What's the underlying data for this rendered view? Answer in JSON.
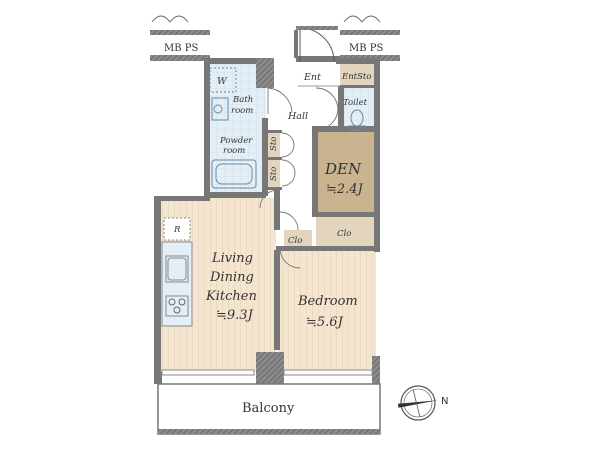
{
  "rooms": {
    "mbps_left": "MB PS",
    "mbps_right": "MB PS",
    "ent": "Ent",
    "entsto": "EntSto",
    "washer": "W",
    "bath_line1": "Bath",
    "bath_line2": "room",
    "hall": "Hall",
    "toilet": "Toilet",
    "powder_line1": "Powder",
    "powder_line2": "room",
    "sto_upper": "Sto",
    "sto_lower": "Sto",
    "den": "DEN",
    "den_area": "≒2.4J",
    "clo_left": "Clo",
    "clo_right": "Clo",
    "fridge": "R",
    "ldk_line1": "Living",
    "ldk_line2": "Dining",
    "ldk_line3": "Kitchen",
    "ldk_area": "≒9.3J",
    "bedroom": "Bedroom",
    "bedroom_area": "≒5.6J",
    "balcony": "Balcony"
  },
  "compass": {
    "label": "N"
  },
  "colors": {
    "wall": "#6f6f6f",
    "wood": "#f3e3cc",
    "den_floor": "#c9b48f",
    "tile": "#dbe8f1",
    "storage": "#e2d4bd"
  }
}
